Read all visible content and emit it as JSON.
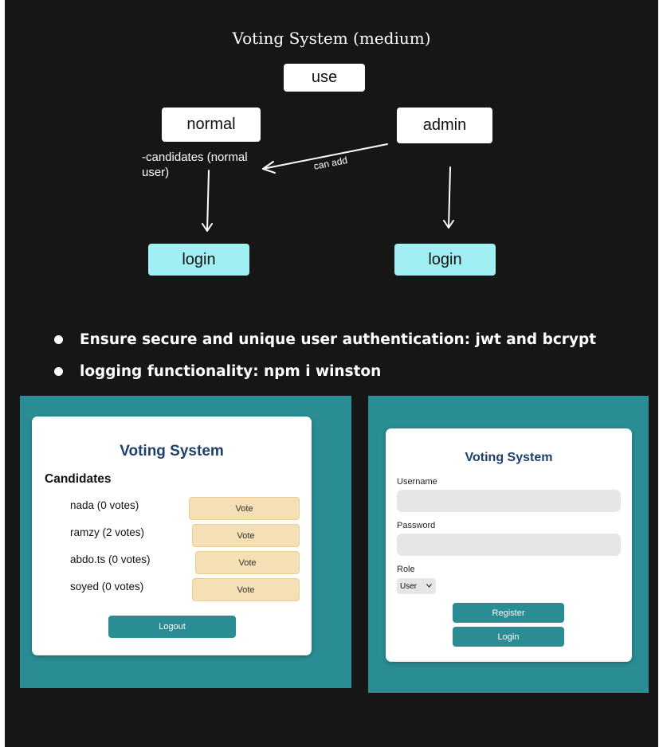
{
  "diagram": {
    "title": "Voting System (medium)",
    "nodes": {
      "use": "use",
      "normal": "normal",
      "admin": "admin",
      "login_left": "login",
      "login_right": "login"
    },
    "note": "-candidates (normal user)",
    "edge_label": "can add",
    "colors": {
      "background": "#161616",
      "login_box": "#9feff3",
      "panel": "#2a8d94"
    }
  },
  "bullets": [
    "Ensure secure and unique user authentication: jwt and bcrypt",
    "logging functionality: npm i winston"
  ],
  "voting_app": {
    "title": "Voting System",
    "candidates_heading": "Candidates",
    "candidates": [
      {
        "label": "nada (0 votes)",
        "button": "Vote"
      },
      {
        "label": "ramzy (2 votes)",
        "button": "Vote"
      },
      {
        "label": "abdo.ts (0 votes)",
        "button": "Vote"
      },
      {
        "label": "soyed (0 votes)",
        "button": "Vote"
      }
    ],
    "logout_label": "Logout"
  },
  "login_app": {
    "title": "Voting System",
    "username_label": "Username",
    "password_label": "Password",
    "role_label": "Role",
    "role_selected": "User",
    "register_label": "Register",
    "login_label": "Login"
  }
}
